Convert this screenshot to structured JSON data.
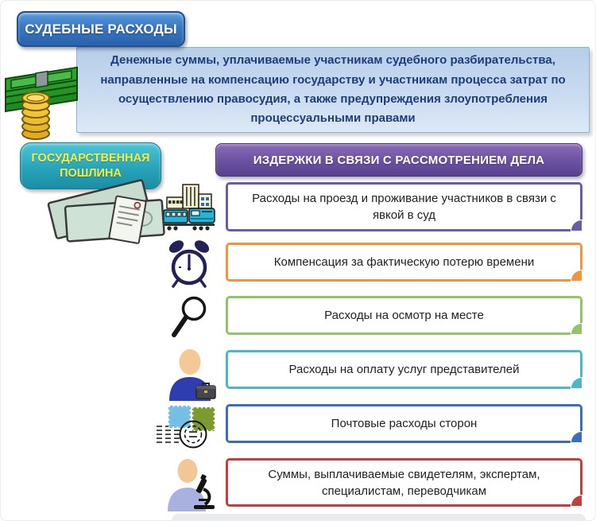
{
  "title_badge": {
    "label": "СУДЕБНЫЕ РАСХОДЫ"
  },
  "definition": {
    "text": "Денежные суммы, уплачиваемые участникам судебного разбирательства, направленные на компенсацию государству и участникам процесса затрат по осуществлению правосудия, а также предупреждения злоупотребления процессуальными правами"
  },
  "state_duty": {
    "label": "ГОСУДАРСТВЕННАЯ ПОШЛИНА"
  },
  "costs": {
    "header": "ИЗДЕРЖКИ В СВЯЗИ С РАССМОТРЕНИЕМ ДЕЛА",
    "items": [
      {
        "icon": "building-train-icon",
        "text": "Расходы на проезд и проживание участников в связи с явкой в суд",
        "accent": "#6b5ca8"
      },
      {
        "icon": "alarm-clock-icon",
        "text": "Компенсация за фактическую потерю времени",
        "accent": "#f0953f"
      },
      {
        "icon": "magnifier-icon",
        "text": "Расходы на осмотр на месте",
        "accent": "#95c36a"
      },
      {
        "icon": "person-briefcase-icon",
        "text": "Расходы на оплату услуг представителей",
        "accent": "#4db6cb"
      },
      {
        "icon": "postage-stamps-icon",
        "text": "Почтовые расходы сторон",
        "accent": "#3c6db8"
      },
      {
        "icon": "person-microscope-icon",
        "text": "Суммы, выплачиваемые свидетелям, экспертам, специалистам, переводчикам",
        "accent": "#c2403c"
      }
    ]
  },
  "palette": {
    "title_badge_blue": "#3a77c2",
    "definition_box_blue": "#c9dbf0",
    "definition_text_navy": "#1c3e7c",
    "state_duty_teal": "#28a4ba",
    "state_duty_text_yellow": "#f6ee3d",
    "costs_header_purple": "#6e53a4",
    "money_green": "#2ea02e",
    "coin_gold": "#e8b62a"
  }
}
